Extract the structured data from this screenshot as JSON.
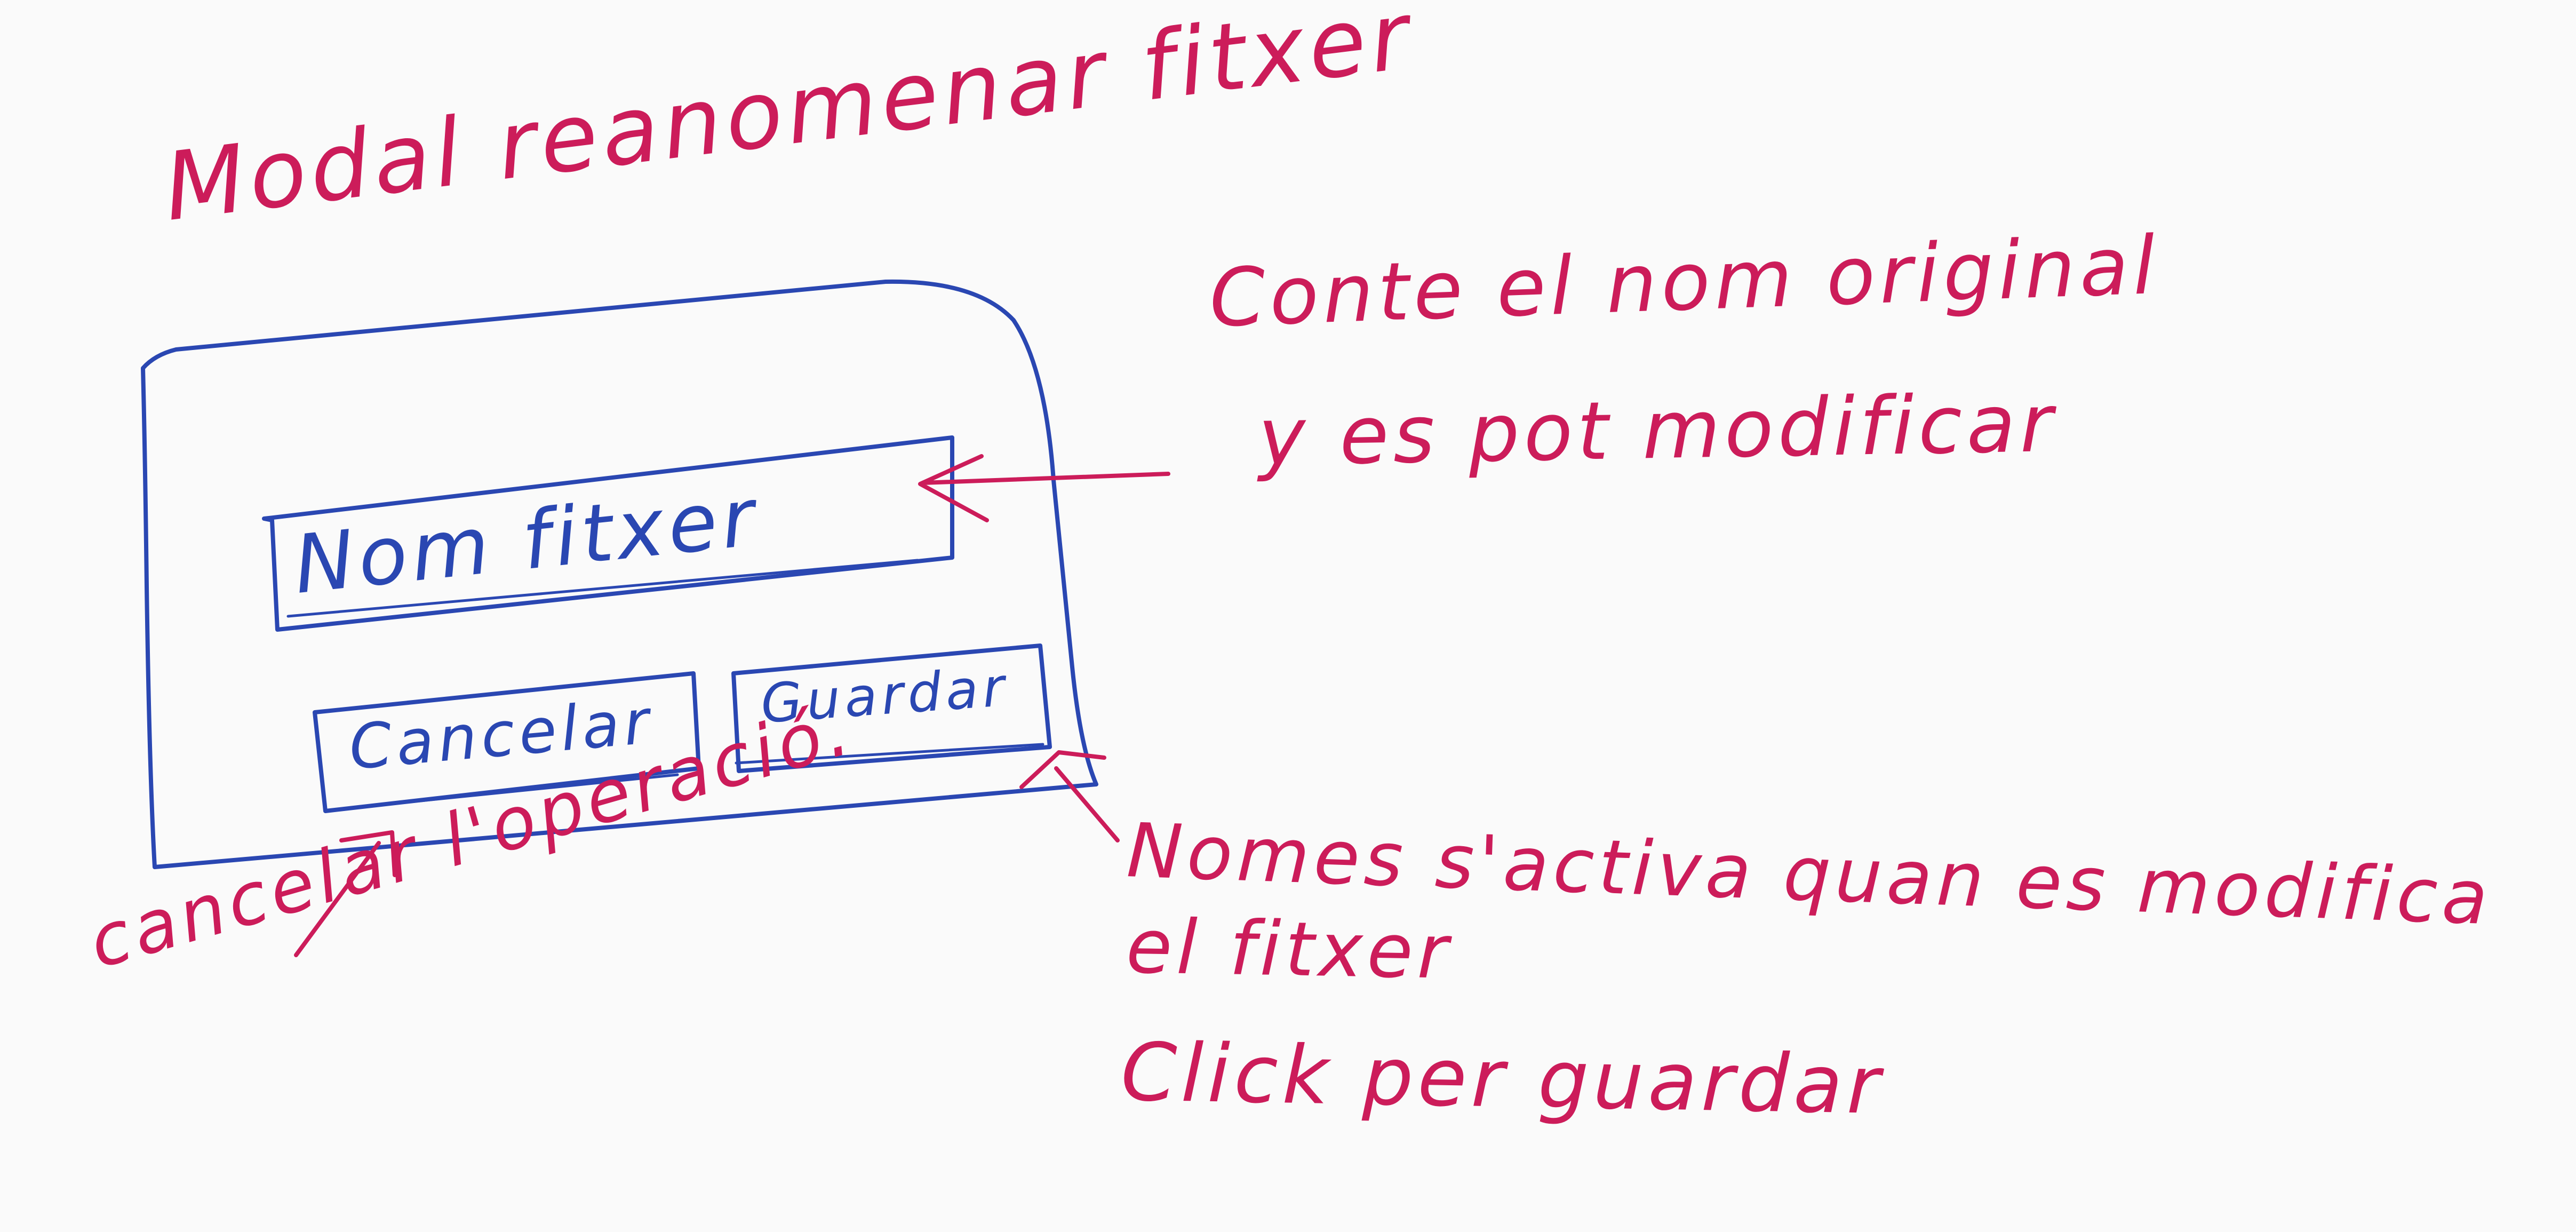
{
  "sketch": {
    "title": "Modal reanomenar fitxer",
    "modal": {
      "filename_field": "Nom fitxer",
      "cancel_button": "Cancelar",
      "save_button": "Guardar"
    },
    "annotations": {
      "field_note_line1": "Conte el nom original",
      "field_note_line2": "y es pot modificar",
      "cancel_note": "cancelar l'operació.",
      "save_note_line1": "Nomes s'activa quan es modifica",
      "save_note_line2": "el fitxer",
      "save_note_line3": "Click per guardar"
    },
    "colors": {
      "marker_red": "#cc1c5a",
      "marker_blue": "#2a47b2",
      "whiteboard": "#fafafa"
    }
  }
}
